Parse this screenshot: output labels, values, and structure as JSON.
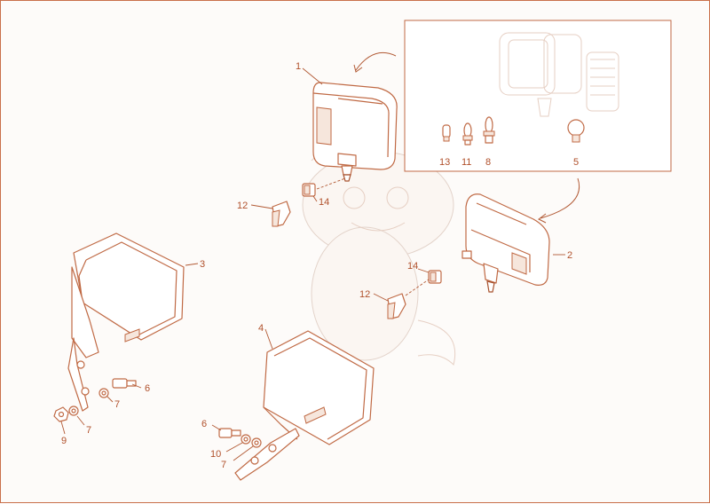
{
  "diagram": {
    "accent_color": "#c06a45",
    "callouts": {
      "c1": "1",
      "c2": "2",
      "c3": "3",
      "c4": "4",
      "c5": "5",
      "c6a": "6",
      "c6b": "6",
      "c7a": "7",
      "c7b": "7",
      "c7c": "7",
      "c8": "8",
      "c9": "9",
      "c10": "10",
      "c11": "11",
      "c12a": "12",
      "c12b": "12",
      "c13": "13",
      "c14a": "14",
      "c14b": "14"
    },
    "icons": [
      "work-lamp",
      "lamp-guard",
      "mounting-bracket",
      "bulb",
      "bolt",
      "washer",
      "nut",
      "connector",
      "cover"
    ]
  }
}
